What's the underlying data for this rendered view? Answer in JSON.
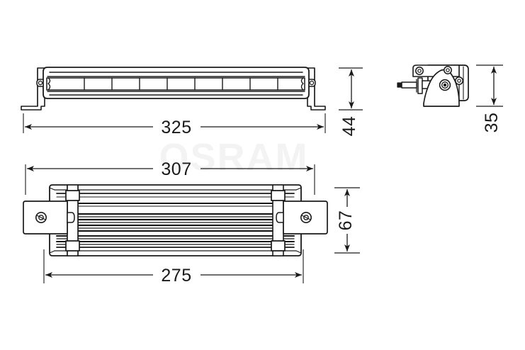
{
  "drawing": {
    "title": "LED Light Bar Dimensional Drawing",
    "units": "mm",
    "line_color": "#1a1a1a",
    "fill_color": "#ffffff",
    "background_color": "#ffffff",
    "watermark_color": "#f2f2f2",
    "watermark_text": "OSRAM"
  },
  "views": {
    "front": {
      "name": "front-elevation",
      "label": "",
      "led_segment_count": 9,
      "dimensions": {
        "width": {
          "value": "325",
          "unit": "mm",
          "orientation": "horizontal"
        },
        "height": {
          "value": "44",
          "unit": "mm",
          "orientation": "vertical"
        }
      }
    },
    "end": {
      "name": "end-view",
      "label": "",
      "dimensions": {
        "height": {
          "value": "35",
          "unit": "mm",
          "orientation": "vertical"
        }
      }
    },
    "plan": {
      "name": "plan-view",
      "label": "",
      "fin_count": 22,
      "dimensions": {
        "overall_width": {
          "value": "307",
          "unit": "mm",
          "orientation": "horizontal"
        },
        "mount_width": {
          "value": "275",
          "unit": "mm",
          "orientation": "horizontal"
        },
        "depth": {
          "value": "67",
          "unit": "mm",
          "orientation": "vertical"
        }
      }
    }
  },
  "dimension_labels": {
    "front_width": "325",
    "front_height": "44",
    "end_height": "35",
    "plan_overall": "307",
    "plan_mount": "275",
    "plan_depth": "67"
  }
}
